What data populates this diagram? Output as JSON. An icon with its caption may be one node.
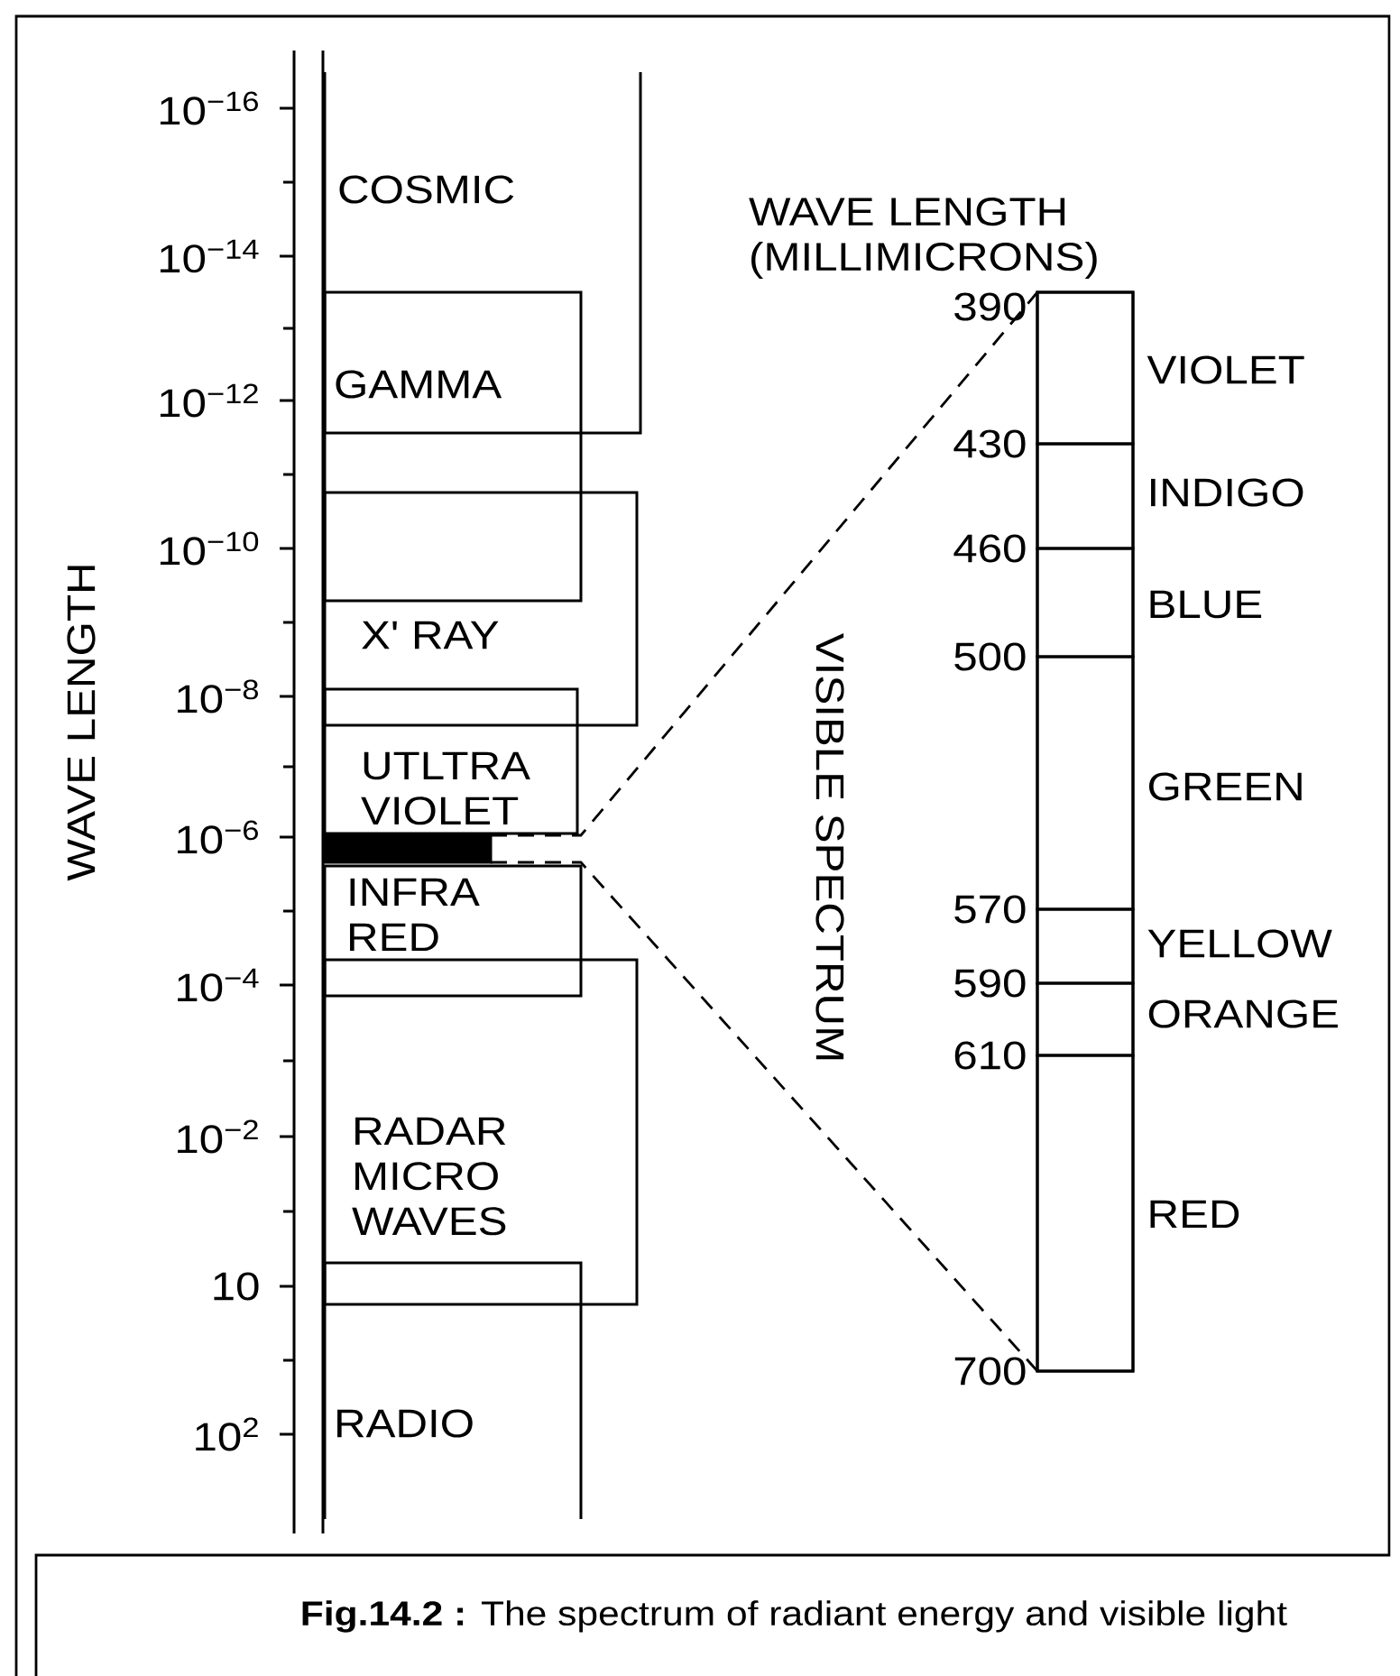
{
  "diagram": {
    "caption": "**Fig.14.2 :** The spectrum of radiant energy and visible light",
    "nodes": [
      {
        "text": [
          "COSMIC"
        ]
      },
      {
        "text": [
          "GAMMA"
        ]
      },
      {
        "text": [
          "X' RAY"
        ]
      },
      {
        "text": [
          "UTLTRA VIOLET"
        ]
      },
      {
        "text": [],
        "shape": "bar"
      },
      {
        "text": [
          "INFRA RED"
        ]
      },
      {
        "text": [
          "RADAR MICRO WAVES"
        ]
      },
      {
        "text": [
          "RADIO"
        ]
      },
      {
        "text": [],
        "shape": "bar"
      },
      {
        "text": [
          "VIOLET"
        ],
        "in": 8
      },
      {
        "text": [
          "INDIGO"
        ],
        "in": 8
      },
      {
        "text": [
          "BLUE"
        ],
        "in": 8
      },
      {
        "text": [
          "GREEN"
        ],
        "in": 8
      },
      {
        "text": [
          "YELLOW"
        ],
        "in": 8
      },
      {
        "text": [
          "ORANGE"
        ],
        "in": 8
      },
      {
        "text": [
          "RED"
        ],
        "in": 8
      }
    ],
    "edges": [
      {
        "from": 4,
        "to": 8,
        "arrow": "none",
        "style": "dashed"
      },
      {
        "from": 4,
        "to": 8,
        "arrow": "none",
        "style": "dashed"
      }
    ],
    "labels": [
      "10$^{−16}$",
      "WAVE LENGTH (MILLIMICRONS)",
      "10$^{−14}$",
      "390",
      "10$^{−12}$",
      "430",
      "10$^{−10}$",
      "460",
      "WAVE LENGTH",
      "VISIBLE SPECTRUM",
      "500",
      "10$^{−8}$",
      "10$^{−6}$",
      "570",
      "590",
      "10$^{−4}$",
      "610",
      "10$^{−2}$",
      "10",
      "700",
      "10$^{2}$"
    ]
  }
}
